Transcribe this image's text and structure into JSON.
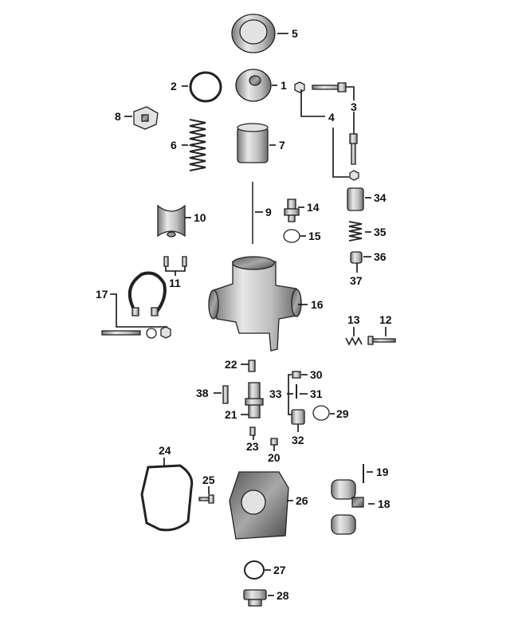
{
  "callouts": [
    "1",
    "2",
    "3",
    "4",
    "5",
    "6",
    "7",
    "8",
    "9",
    "10",
    "11",
    "12",
    "13",
    "14",
    "15",
    "16",
    "17",
    "18",
    "19",
    "20",
    "21",
    "22",
    "23",
    "24",
    "25",
    "26",
    "27",
    "28",
    "29",
    "30",
    "31",
    "32",
    "33",
    "34",
    "35",
    "36",
    "37",
    "38"
  ],
  "colors": {
    "ink": "#111111",
    "metal_light": "#e6e6e6",
    "metal_dark": "#6a6a6a",
    "background": "#ffffff"
  }
}
